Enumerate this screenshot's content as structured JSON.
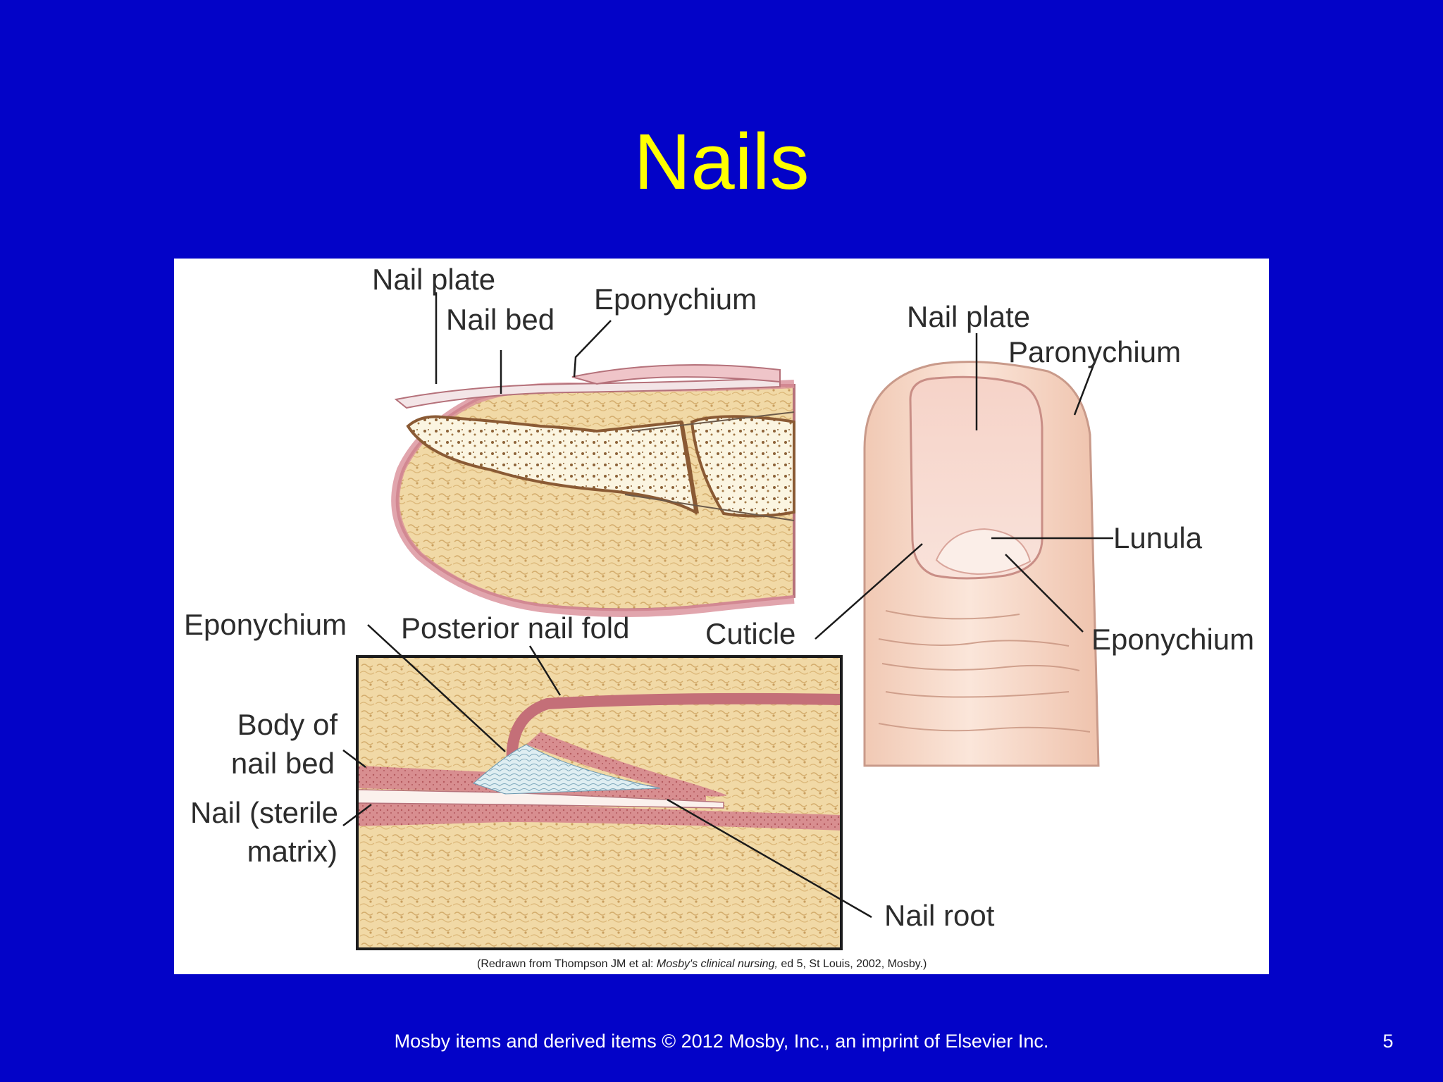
{
  "slide": {
    "title": "Nails",
    "footer": "Mosby items and derived items © 2012 Mosby, Inc., an imprint of Elsevier Inc.",
    "page_number": "5"
  },
  "figure": {
    "sagittal_labels": {
      "nail_plate": "Nail plate",
      "nail_bed": "Nail bed",
      "eponychium": "Eponychium"
    },
    "finger_labels": {
      "nail_plate": "Nail plate",
      "paronychium": "Paronychium",
      "lunula": "Lunula",
      "cuticle": "Cuticle",
      "eponychium": "Eponychium"
    },
    "detail_labels": {
      "eponychium": "Eponychium",
      "posterior_nail_fold": "Posterior nail fold",
      "body_of_nail_bed_line1": "Body of",
      "body_of_nail_bed_line2": "nail bed",
      "nail_sterile_matrix_line1": "Nail (sterile",
      "nail_sterile_matrix_line2": "matrix)",
      "nail_root": "Nail root"
    },
    "credit_prefix": "(Redrawn from Thompson JM et al: ",
    "credit_italic": "Mosby's clinical nursing,",
    "credit_suffix": " ed 5, St Louis, 2002, Mosby.)"
  }
}
